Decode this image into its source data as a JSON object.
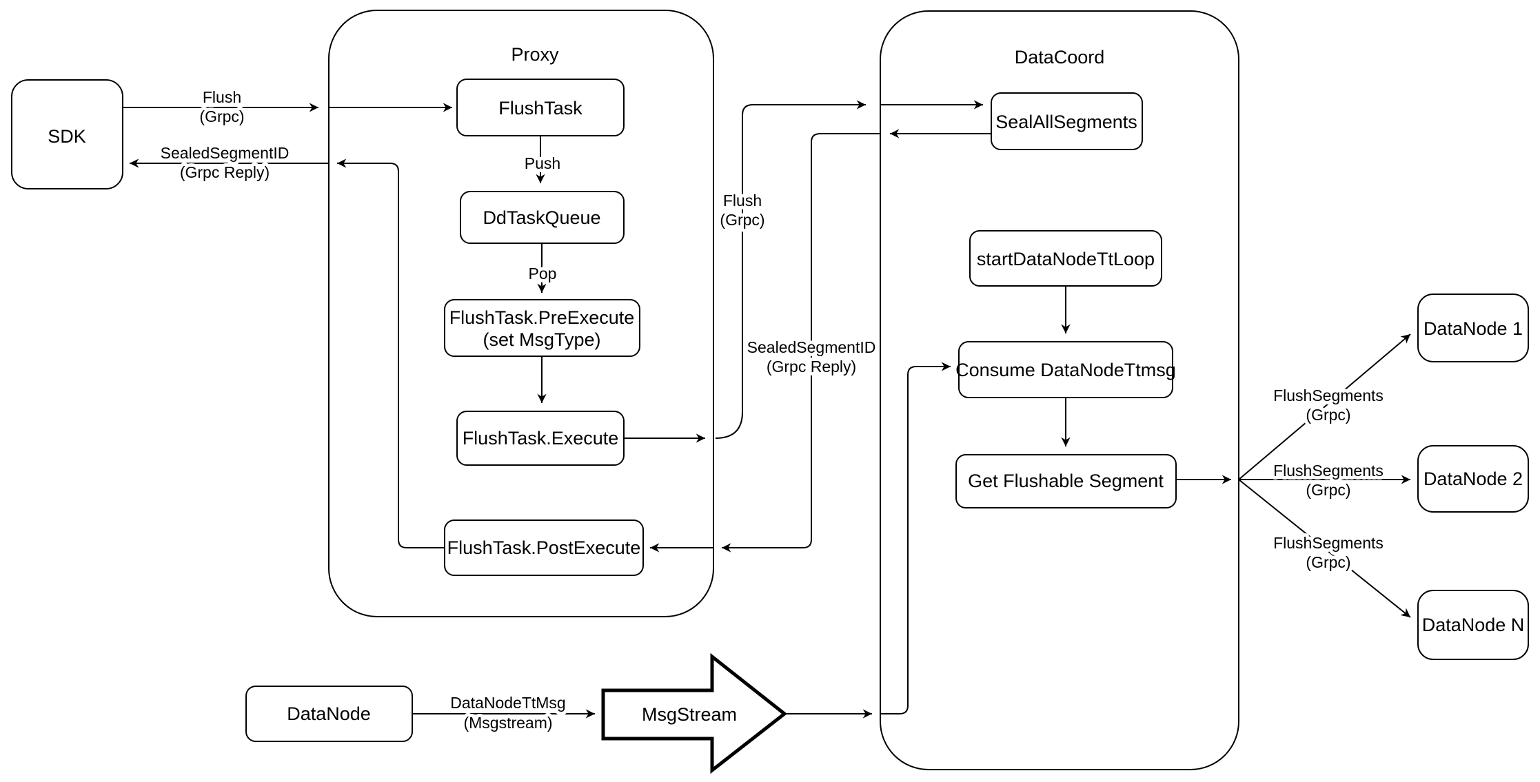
{
  "diagram": {
    "background": "#ffffff",
    "stroke_color": "#000000",
    "containers": {
      "proxy": "Proxy",
      "datacoord": "DataCoord"
    },
    "nodes": {
      "sdk": "SDK",
      "flush_task": "FlushTask",
      "dd_task_queue": "DdTaskQueue",
      "pre_execute_line1": "FlushTask.PreExecute",
      "pre_execute_line2": "(set MsgType)",
      "execute": "FlushTask.Execute",
      "post_execute": "FlushTask.PostExecute",
      "seal_all_segments": "SealAllSegments",
      "start_datanode_tt_loop": "startDataNodeTtLoop",
      "consume_datanode_ttmsg": "Consume DataNodeTtmsg",
      "get_flushable_segment": "Get Flushable Segment",
      "datanode_1": "DataNode 1",
      "datanode_2": "DataNode 2",
      "datanode_n": "DataNode N",
      "datanode_bottom": "DataNode",
      "msgstream": "MsgStream"
    },
    "edge_labels": {
      "flush_sdk": {
        "l1": "Flush",
        "l2": "(Grpc)"
      },
      "sealed_sdk": {
        "l1": "SealedSegmentID",
        "l2": "(Grpc Reply)"
      },
      "push": "Push",
      "pop": "Pop",
      "flush_mid": {
        "l1": "Flush",
        "l2": "(Grpc)"
      },
      "sealed_mid": {
        "l1": "SealedSegmentID",
        "l2": "(Grpc Reply)"
      },
      "datanode_ttmsg": {
        "l1": "DataNodeTtMsg",
        "l2": "(Msgstream)"
      },
      "flush_segments_1": {
        "l1": "FlushSegments",
        "l2": "(Grpc)"
      },
      "flush_segments_2": {
        "l1": "FlushSegments",
        "l2": "(Grpc)"
      },
      "flush_segments_3": {
        "l1": "FlushSegments",
        "l2": "(Grpc)"
      }
    }
  }
}
